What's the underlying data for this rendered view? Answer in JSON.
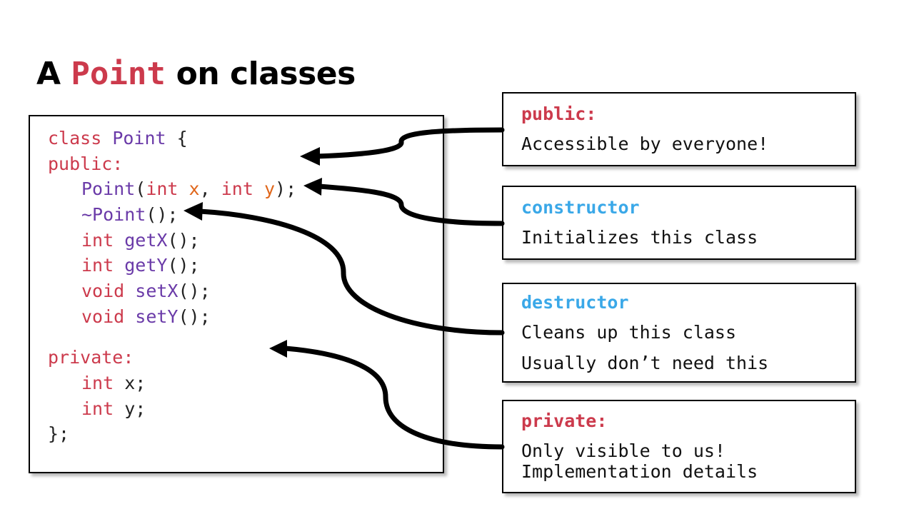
{
  "title": {
    "prefix": "A",
    "keyword": "Point",
    "suffix": "on classes"
  },
  "colors": {
    "keyword": "#cc3a4c",
    "name": "#6a3aa8",
    "param": "#e0661a",
    "highlight": "#3aa8e8"
  },
  "code": {
    "line1": {
      "kw": "class",
      "name": "Point",
      "brace": "{"
    },
    "line2": {
      "kw": "public:"
    },
    "line3": {
      "name": "Point",
      "open": "(",
      "t1": "int",
      "p1": "x",
      "comma": ",",
      "t2": "int",
      "p2": "y",
      "close": ");"
    },
    "line4": {
      "name": "~Point",
      "rest": "();"
    },
    "line5": {
      "type": "int",
      "name": "getX",
      "rest": "();"
    },
    "line6": {
      "type": "int",
      "name": "getY",
      "rest": "();"
    },
    "line7": {
      "type": "void",
      "name": "setX",
      "rest": "();"
    },
    "line8": {
      "type": "void",
      "name": "setY",
      "rest": "();"
    },
    "line9": {
      "kw": "private:"
    },
    "line10": {
      "type": "int",
      "var": "x;"
    },
    "line11": {
      "type": "int",
      "var": "y;"
    },
    "line12": {
      "text": "};"
    }
  },
  "notes": {
    "public": {
      "heading": "public:",
      "line1": "Accessible by everyone!"
    },
    "constructor": {
      "heading": "constructor",
      "line1": "Initializes this class"
    },
    "destructor": {
      "heading": "destructor",
      "line1": "Cleans up this class",
      "line2": "Usually don’t need this"
    },
    "private": {
      "heading": "private:",
      "line1": "Only visible to us!",
      "line2": "Implementation details"
    }
  }
}
